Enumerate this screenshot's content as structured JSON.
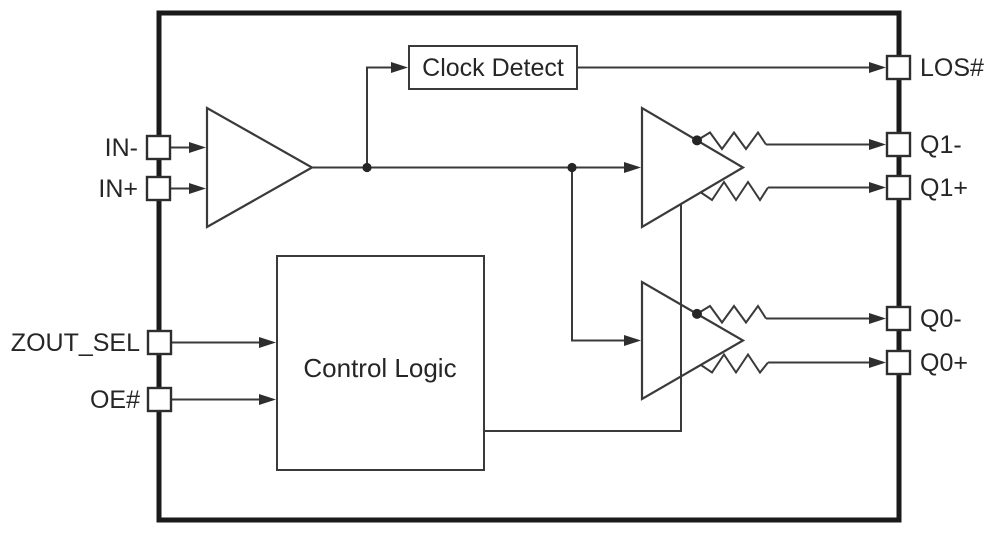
{
  "diagram": {
    "blocks": {
      "clock_detect": "Clock Detect",
      "control_logic": "Control Logic"
    },
    "pins": {
      "in_minus": "IN-",
      "in_plus": "IN+",
      "zout_sel": "ZOUT_SEL",
      "oe": "OE#",
      "los": "LOS#",
      "q1_minus": "Q1-",
      "q1_plus": "Q1+",
      "q0_minus": "Q0-",
      "q0_plus": "Q0+"
    },
    "symbols": {
      "input_amplifier": "amplifier-triangle",
      "q1_driver": "amplifier-triangle",
      "q0_driver": "amplifier-triangle",
      "termination_resistors": "zigzag-resistor"
    },
    "colors": {
      "background": "#ffffff",
      "chip_outline": "#1a1a1a",
      "wire": "#3a3a3a",
      "text": "#262626"
    }
  }
}
